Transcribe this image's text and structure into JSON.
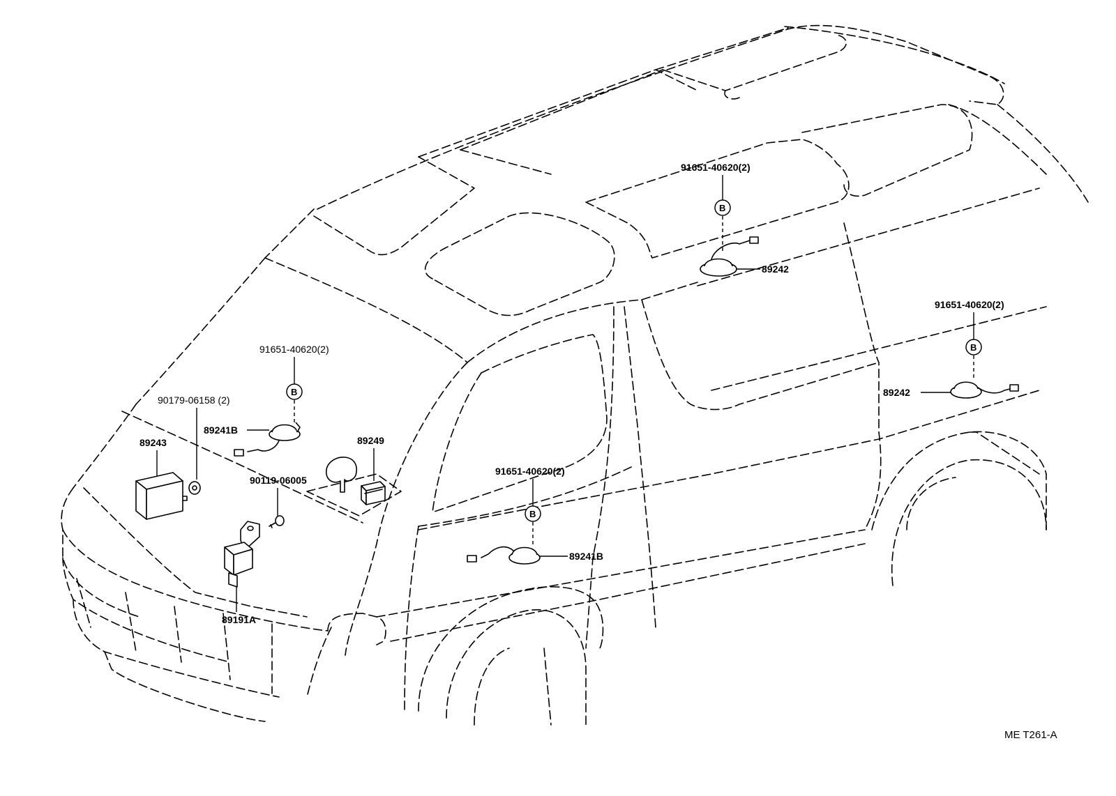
{
  "diagram": {
    "reference_code": "ME T261-A",
    "bolt_symbol": "B",
    "labels": {
      "bolt_roof_rear": "91651-40620(2)",
      "sensor_roof_rear": "89242",
      "bolt_side_rear": "91651-40620(2)",
      "sensor_side_rear": "89242",
      "bolt_front": "91651-40620(2)",
      "sensor_front": "89241B",
      "bolt_door": "91651-40620(2)",
      "sensor_door": "89241B",
      "screw_ecu": "90179-06158 (2)",
      "ecu_module": "89243",
      "switch_dash": "89249",
      "screw_relay": "90119-06005",
      "relay": "89191A"
    }
  }
}
